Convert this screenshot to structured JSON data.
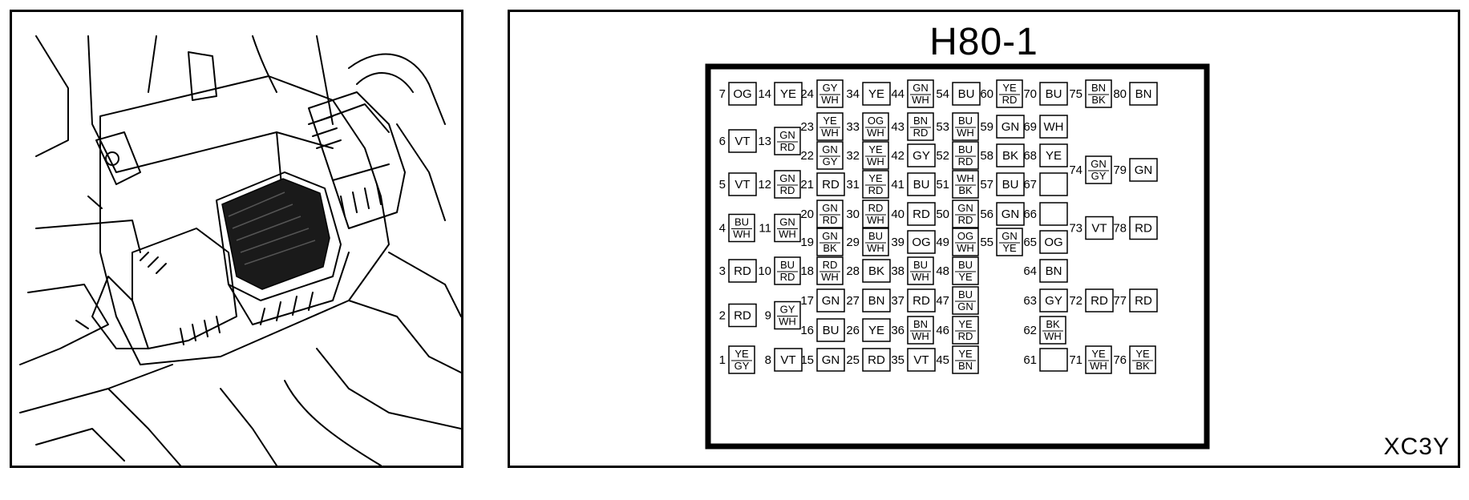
{
  "connector": {
    "title": "H80-1",
    "code": "XC3Y"
  },
  "pins": [
    {
      "pin": "7",
      "wire": "OG"
    },
    {
      "pin": "14",
      "wire": "YE"
    },
    {
      "pin": "24",
      "wire": "GY WH"
    },
    {
      "pin": "34",
      "wire": "YE"
    },
    {
      "pin": "44",
      "wire": "GN WH"
    },
    {
      "pin": "54",
      "wire": "BU"
    },
    {
      "pin": "60",
      "wire": "YE RD"
    },
    {
      "pin": "70",
      "wire": "BU"
    },
    {
      "pin": "75",
      "wire": "BN BK"
    },
    {
      "pin": "80",
      "wire": "BN"
    },
    {
      "pin": "23",
      "wire": "YE WH"
    },
    {
      "pin": "33",
      "wire": "OG WH"
    },
    {
      "pin": "43",
      "wire": "BN RD"
    },
    {
      "pin": "53",
      "wire": "BU WH"
    },
    {
      "pin": "59",
      "wire": "GN"
    },
    {
      "pin": "69",
      "wire": "WH"
    },
    {
      "pin": "6",
      "wire": "VT"
    },
    {
      "pin": "13",
      "wire": "GN RD"
    },
    {
      "pin": "22",
      "wire": "GN GY"
    },
    {
      "pin": "32",
      "wire": "YE WH"
    },
    {
      "pin": "42",
      "wire": "GY"
    },
    {
      "pin": "52",
      "wire": "BU RD"
    },
    {
      "pin": "58",
      "wire": "BK"
    },
    {
      "pin": "68",
      "wire": "YE"
    },
    {
      "pin": "74",
      "wire": "GN GY"
    },
    {
      "pin": "79",
      "wire": "GN"
    },
    {
      "pin": "5",
      "wire": "VT"
    },
    {
      "pin": "12",
      "wire": "GN RD"
    },
    {
      "pin": "21",
      "wire": "RD"
    },
    {
      "pin": "31",
      "wire": "YE RD"
    },
    {
      "pin": "41",
      "wire": "BU"
    },
    {
      "pin": "51",
      "wire": "WH BK"
    },
    {
      "pin": "57",
      "wire": "BU"
    },
    {
      "pin": "67",
      "wire": ""
    },
    {
      "pin": "20",
      "wire": "GN RD"
    },
    {
      "pin": "30",
      "wire": "RD WH"
    },
    {
      "pin": "40",
      "wire": "RD"
    },
    {
      "pin": "50",
      "wire": "GN RD"
    },
    {
      "pin": "56",
      "wire": "GN"
    },
    {
      "pin": "66",
      "wire": ""
    },
    {
      "pin": "4",
      "wire": "BU WH"
    },
    {
      "pin": "11",
      "wire": "GN WH"
    },
    {
      "pin": "73",
      "wire": "VT"
    },
    {
      "pin": "78",
      "wire": "RD"
    },
    {
      "pin": "19",
      "wire": "GN BK"
    },
    {
      "pin": "29",
      "wire": "BU WH"
    },
    {
      "pin": "39",
      "wire": "OG"
    },
    {
      "pin": "49",
      "wire": "OG WH"
    },
    {
      "pin": "55",
      "wire": "GN YE"
    },
    {
      "pin": "65",
      "wire": "OG"
    },
    {
      "pin": "3",
      "wire": "RD"
    },
    {
      "pin": "10",
      "wire": "BU RD"
    },
    {
      "pin": "18",
      "wire": "RD WH"
    },
    {
      "pin": "28",
      "wire": "BK"
    },
    {
      "pin": "38",
      "wire": "BU WH"
    },
    {
      "pin": "48",
      "wire": "BU YE"
    },
    {
      "pin": "64",
      "wire": "BN"
    },
    {
      "pin": "17",
      "wire": "GN"
    },
    {
      "pin": "27",
      "wire": "BN"
    },
    {
      "pin": "37",
      "wire": "RD"
    },
    {
      "pin": "47",
      "wire": "BU GN"
    },
    {
      "pin": "63",
      "wire": "GY"
    },
    {
      "pin": "72",
      "wire": "RD"
    },
    {
      "pin": "77",
      "wire": "RD"
    },
    {
      "pin": "2",
      "wire": "RD"
    },
    {
      "pin": "9",
      "wire": "GY WH"
    },
    {
      "pin": "16",
      "wire": "BU"
    },
    {
      "pin": "26",
      "wire": "YE"
    },
    {
      "pin": "36",
      "wire": "BN WH"
    },
    {
      "pin": "46",
      "wire": "YE RD"
    },
    {
      "pin": "62",
      "wire": "BK WH"
    },
    {
      "pin": "1",
      "wire": "YE GY"
    },
    {
      "pin": "8",
      "wire": "VT"
    },
    {
      "pin": "15",
      "wire": "GN"
    },
    {
      "pin": "25",
      "wire": "RD"
    },
    {
      "pin": "35",
      "wire": "VT"
    },
    {
      "pin": "45",
      "wire": "YE BN"
    },
    {
      "pin": "61",
      "wire": ""
    },
    {
      "pin": "71",
      "wire": "YE WH"
    },
    {
      "pin": "76",
      "wire": "YE BK"
    }
  ]
}
